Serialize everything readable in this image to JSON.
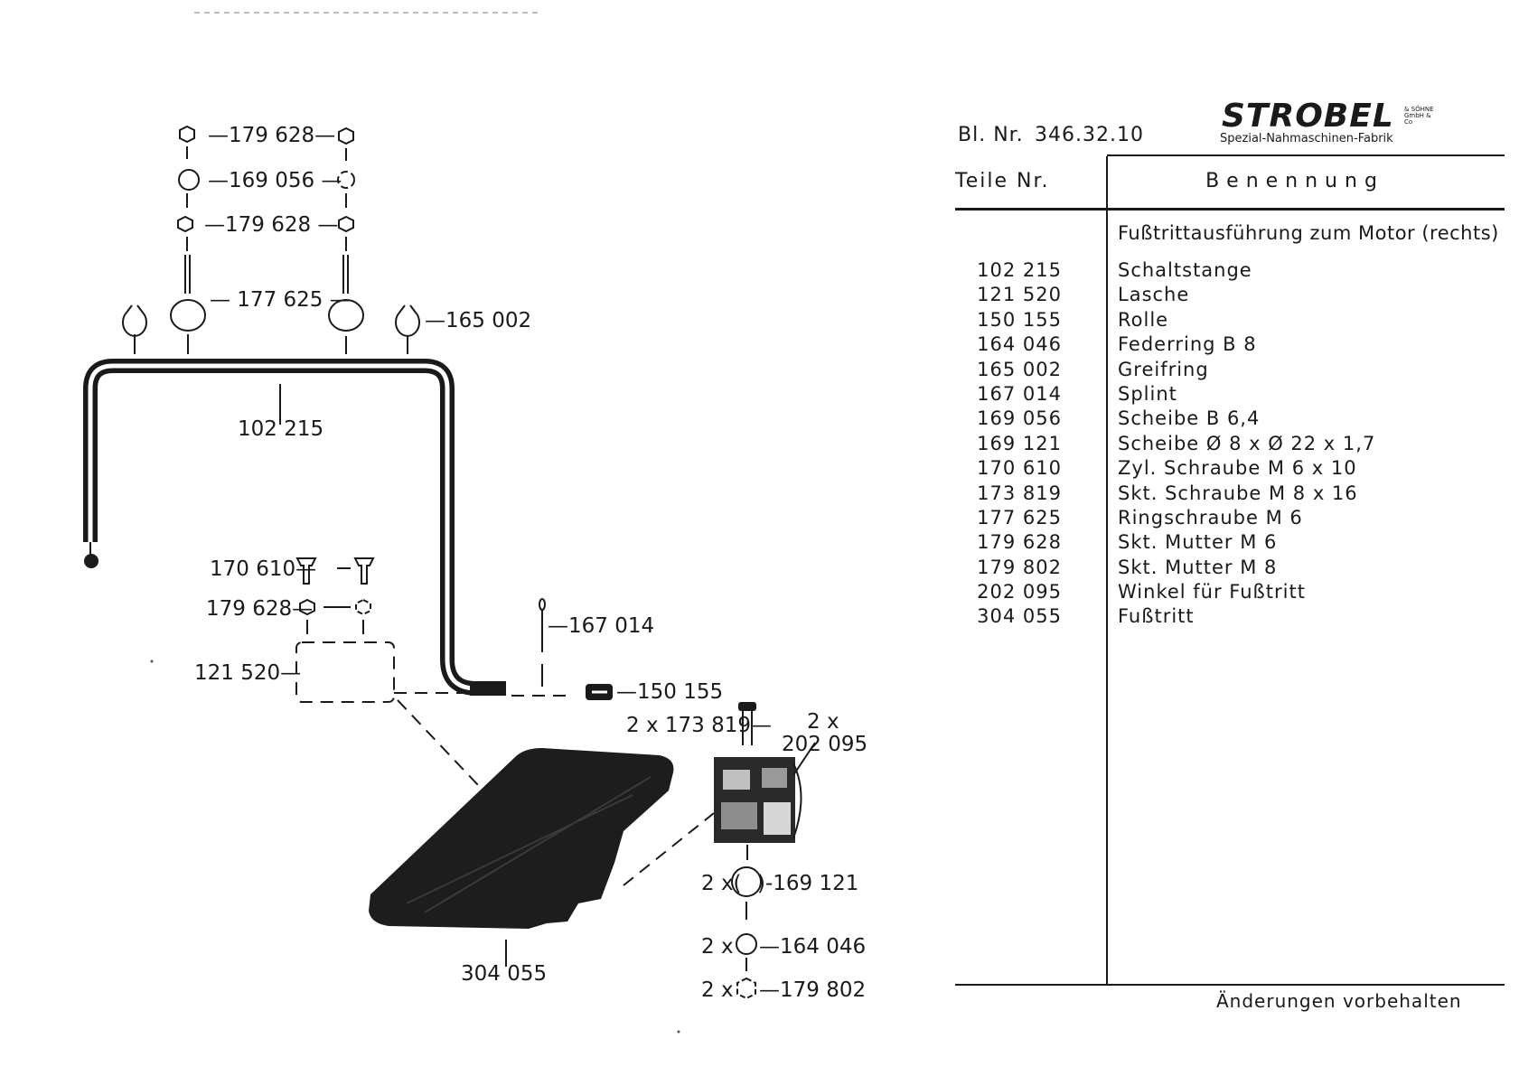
{
  "diagram": {
    "labels": {
      "nut_top": "—179 628—",
      "washer_top": "—169 056 —",
      "nut_mid": "—179 628 —",
      "ring_screw": "— 177 625 —",
      "grip_ring": "—165 002",
      "shift_rod": "102 215",
      "cyl_screw": "170 610—",
      "nut_low": "179 628—",
      "strap": "121 520—",
      "split_pin": "—167 014",
      "roller": "—150 155",
      "hex_screw": "2 x 173 819—",
      "angle_qty": "2 x",
      "angle_no": "202 095",
      "washer_big": "2 x(",
      "washer_big_no": ")-169 121",
      "spring_washer_qty": "2 x",
      "spring_washer_no": "—164 046",
      "nut_m8_qty": "2 x",
      "nut_m8_no": "—179 802",
      "pedal": "304 055"
    }
  },
  "header": {
    "sheet_label": "Bl. Nr.",
    "sheet_number": "346.32.10",
    "brand": "STROBEL",
    "brand_tag": "& SÖHNE GmbH & Co",
    "brand_subtitle": "Spezial-Nahmaschinen-Fabrik"
  },
  "table": {
    "col_part_no": "Teile Nr.",
    "col_name": "Benennung",
    "section_title": "Fußtrittausführung zum Motor (rechts)",
    "rows": [
      {
        "no": "102 215",
        "name": "Schaltstange"
      },
      {
        "no": "121 520",
        "name": "Lasche"
      },
      {
        "no": "150 155",
        "name": "Rolle"
      },
      {
        "no": "164 046",
        "name": "Federring B 8"
      },
      {
        "no": "165 002",
        "name": "Greifring"
      },
      {
        "no": "167 014",
        "name": "Splint"
      },
      {
        "no": "169 056",
        "name": "Scheibe B 6,4"
      },
      {
        "no": "169 121",
        "name": "Scheibe Ø 8 x Ø 22 x 1,7"
      },
      {
        "no": "170 610",
        "name": "Zyl. Schraube M 6 x 10"
      },
      {
        "no": "173 819",
        "name": "Skt. Schraube M 8 x 16"
      },
      {
        "no": "177 625",
        "name": "Ringschraube M 6"
      },
      {
        "no": "179 628",
        "name": "Skt. Mutter M 6"
      },
      {
        "no": "179 802",
        "name": "Skt. Mutter M 8"
      },
      {
        "no": "202 095",
        "name": "Winkel für Fußtritt"
      },
      {
        "no": "304 055",
        "name": "Fußtritt"
      }
    ]
  },
  "footer": {
    "note": "Änderungen vorbehalten"
  }
}
